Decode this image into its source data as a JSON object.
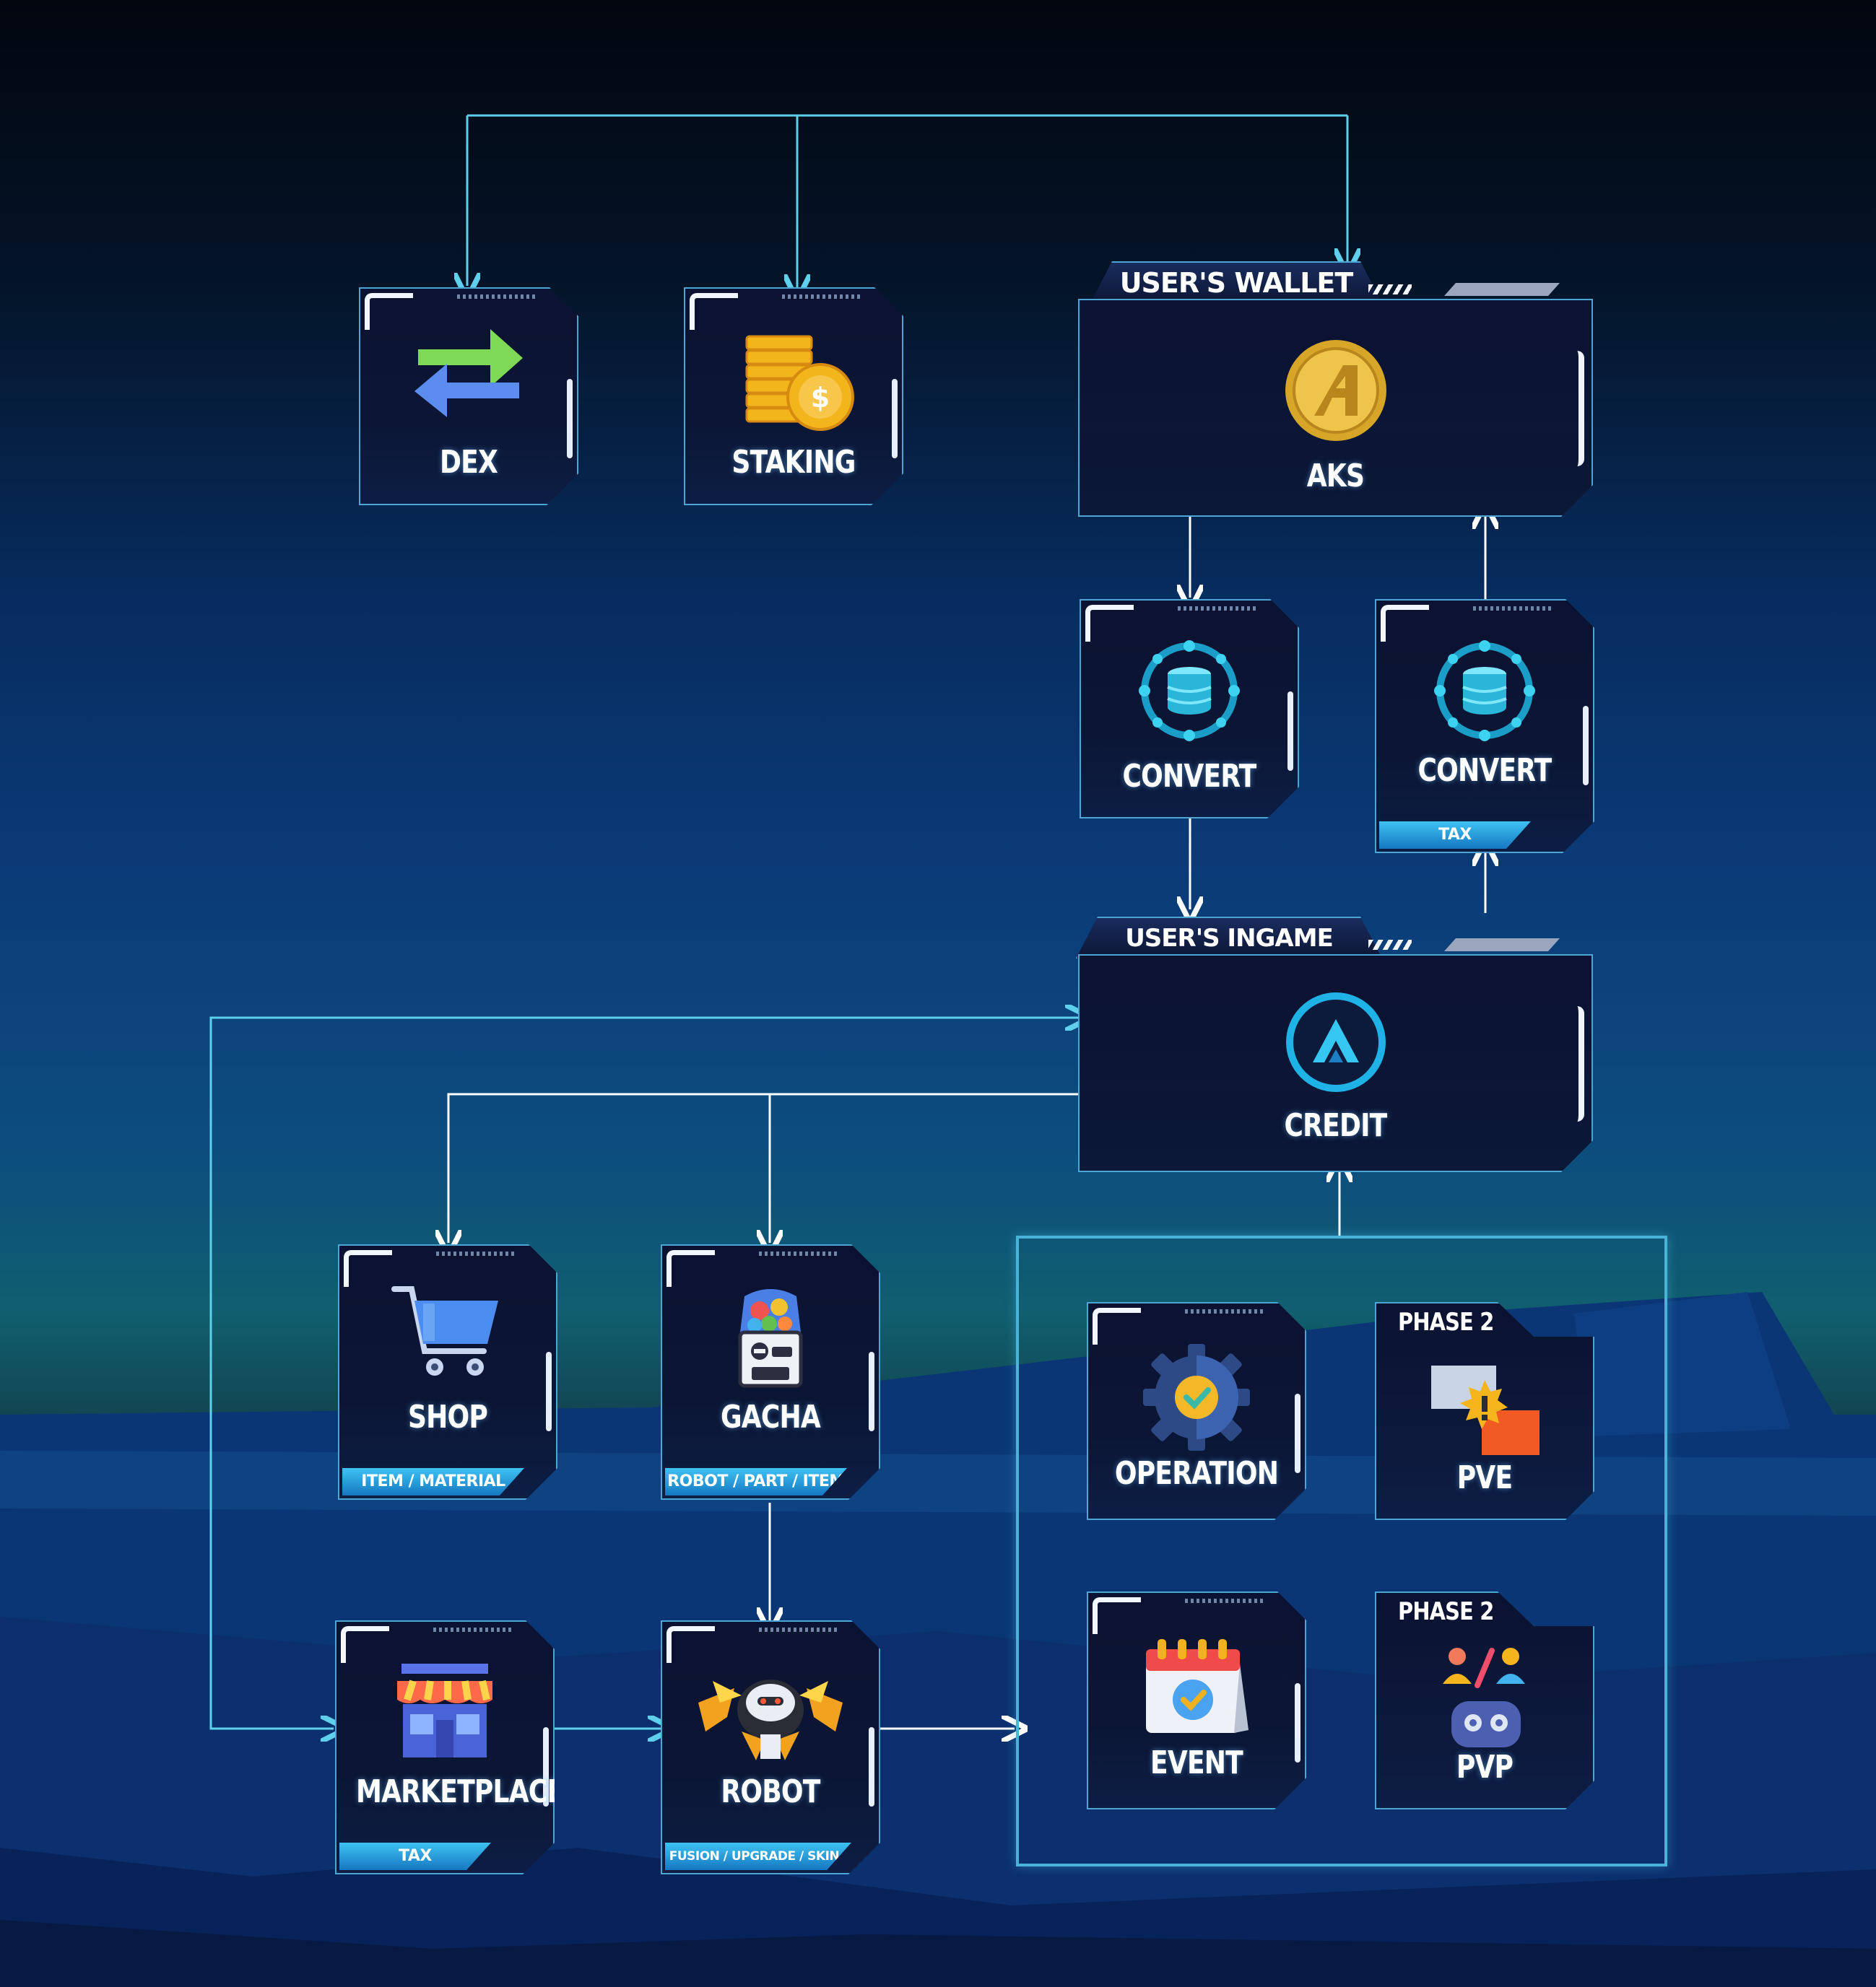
{
  "nodes": {
    "dex": {
      "label": "DEX",
      "icon": "swap-arrows-icon"
    },
    "staking": {
      "label": "STAKING",
      "icon": "coins-icon"
    },
    "users_wallet": {
      "title": "USER'S WALLET",
      "label": "AKS",
      "icon": "aks-coin-icon"
    },
    "convert_in": {
      "label": "CONVERT",
      "icon": "database-network-icon"
    },
    "convert_out": {
      "label": "CONVERT",
      "sub": "TAX",
      "icon": "database-network-icon"
    },
    "ingame_wallet": {
      "title": "USER'S INGAME WALLET",
      "label": "CREDIT",
      "icon": "credit-logo-icon"
    },
    "shop": {
      "label": "SHOP",
      "sub": "ITEM / MATERIAL",
      "icon": "shopping-cart-icon"
    },
    "gacha": {
      "label": "GACHA",
      "sub": "ROBOT / PART / ITEM",
      "icon": "gacha-machine-icon"
    },
    "marketplace": {
      "label": "MARKETPLACE",
      "sub": "TAX",
      "icon": "storefront-icon"
    },
    "robot": {
      "label": "ROBOT",
      "sub": "FUSION / UPGRADE / SKIN / PART",
      "icon": "robot-icon"
    },
    "operation": {
      "label": "OPERATION",
      "icon": "gear-check-icon"
    },
    "pve": {
      "phase": "PHASE 2",
      "label": "PVE",
      "icon": "alert-squares-icon"
    },
    "event": {
      "label": "EVENT",
      "icon": "calendar-check-icon"
    },
    "pvp": {
      "phase": "PHASE 2",
      "label": "PVP",
      "icon": "versus-gamepad-icon"
    }
  },
  "colors": {
    "line": "#5fd0ec",
    "card_border": "#4ba6d4",
    "accent": "#1a8fd6"
  }
}
